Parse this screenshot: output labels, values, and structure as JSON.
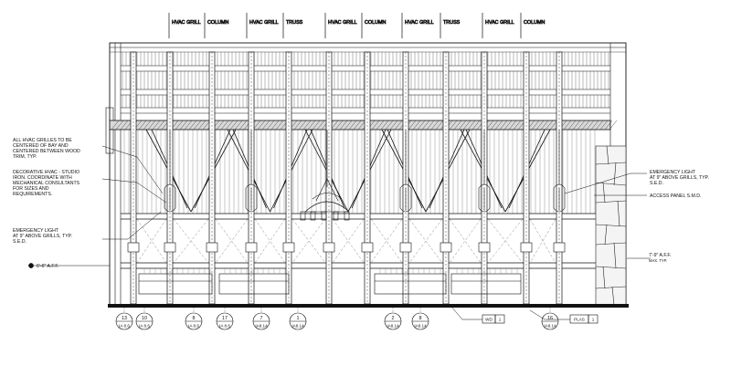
{
  "header_labels": [
    "HVAC GRILL",
    "COLUMN",
    "HVAC GRILL",
    "TRUSS",
    "HVAC GRILL",
    "COLUMN",
    "HVAC GRILL",
    "TRUSS",
    "HVAC GRILL",
    "COLUMN"
  ],
  "left_notes": {
    "note1": [
      "ALL HVAC GRILLES TO BE",
      "CENTERED OF BAY AND",
      "CENTERED BETWEEN WOOD",
      "TRIM, TYP."
    ],
    "note2": [
      "DECORATIVE HVAC - STUDIO",
      "IRON.  COORDINATE WITH",
      "MECHANICAL CONSULTANTS",
      "FOR SIZES AND",
      "REQUIREMENTS."
    ],
    "note3": [
      "EMERGENCY LIGHT",
      "AT 9\" ABOVE GRILLS, TYP.",
      "S.E.D."
    ],
    "height_left": "6'-6\" A.F.F."
  },
  "right_notes": {
    "note1": [
      "EMERGENCY LIGHT",
      "AT 9\" ABOVE GRILLS, TYP.",
      "S.E.D."
    ],
    "note2": "ACCESS PANEL S.M.D.",
    "height_right": "7'-9\" A.F.F.",
    "height_right_sub": "MAX. TYP."
  },
  "detail_tags": [
    {
      "num": "13",
      "sheet": "IA 8.6"
    },
    {
      "num": "10",
      "sheet": "IA 8.6"
    },
    {
      "num": "8",
      "sheet": "IA 8.6"
    },
    {
      "num": "17",
      "sheet": "IA 8.6"
    },
    {
      "num": "7",
      "sheet": "IA8.14"
    },
    {
      "num": "1",
      "sheet": "IA8.14"
    },
    {
      "num": "2",
      "sheet": "IA8.14"
    },
    {
      "num": "8",
      "sheet": "IA8.14"
    },
    {
      "num": "16",
      "sheet": "IA8.14"
    }
  ],
  "finish_tags": [
    {
      "code": "WD",
      "num": "1"
    },
    {
      "code": "PLAS",
      "num": "1"
    }
  ]
}
